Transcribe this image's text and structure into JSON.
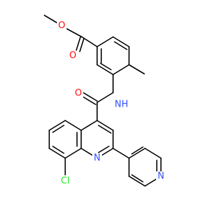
{
  "atoms": {
    "o_ether": {
      "label": "O",
      "color": "#ff0d0d"
    },
    "o_ester_carbonyl": {
      "label": "O",
      "color": "#ff0d0d"
    },
    "o_amide": {
      "label": "O",
      "color": "#ff0d0d"
    },
    "n_amide": {
      "label": "NH",
      "color": "#3050f8"
    },
    "n_quinoline": {
      "label": "N",
      "color": "#3050f8"
    },
    "n_pyridine": {
      "label": "N",
      "color": "#3050f8"
    },
    "cl": {
      "label": "Cl",
      "color": "#1ff01f"
    }
  }
}
